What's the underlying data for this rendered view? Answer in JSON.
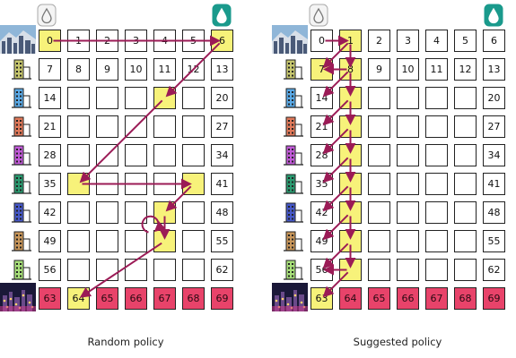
{
  "panels": [
    {
      "id": "random",
      "caption": "Random policy",
      "labels": {
        "0": "0",
        "1": "1",
        "2": "2",
        "3": "3",
        "4": "4",
        "5": "5",
        "6": "6",
        "7": "7",
        "8": "8",
        "9": "9",
        "10": "10",
        "11": "11",
        "12": "12",
        "13": "13",
        "14": "14",
        "20": "20",
        "21": "21",
        "27": "27",
        "28": "28",
        "34": "34",
        "35": "35",
        "41": "41",
        "42": "42",
        "48": "48",
        "49": "49",
        "55": "55",
        "56": "56",
        "62": "62",
        "63": "63",
        "64": "64",
        "65": "65",
        "66": "66",
        "67": "67",
        "68": "68",
        "69": "69"
      },
      "yellow_cells": [
        0,
        6,
        18,
        36,
        40,
        46,
        53,
        64
      ],
      "red_cells": [
        63,
        65,
        66,
        67,
        68,
        69
      ]
    },
    {
      "id": "suggested",
      "caption": "Suggested policy",
      "labels": {
        "0": "0",
        "1": "1",
        "2": "2",
        "3": "3",
        "4": "4",
        "5": "5",
        "6": "6",
        "7": "7",
        "8": "8",
        "9": "9",
        "10": "10",
        "11": "11",
        "12": "12",
        "13": "13",
        "14": "14",
        "20": "20",
        "21": "21",
        "27": "27",
        "28": "28",
        "34": "34",
        "35": "35",
        "41": "41",
        "42": "42",
        "48": "48",
        "49": "49",
        "55": "55",
        "56": "56",
        "62": "62",
        "63": "63",
        "64": "64",
        "65": "65",
        "66": "66",
        "67": "67",
        "68": "68",
        "69": "69"
      },
      "yellow_cells": [
        1,
        7,
        8,
        15,
        22,
        29,
        36,
        43,
        50,
        57,
        63
      ],
      "red_cells": [
        64,
        65,
        66,
        67,
        68,
        69
      ]
    }
  ],
  "colors": {
    "arrow": "#9b1b56",
    "yellow": "#f7f27a",
    "red": "#e8436a",
    "teal": "#1a9a8c",
    "row_icons": [
      "#c7c76e",
      "#5aa9e6",
      "#e0795a",
      "#c15ad8",
      "#2a9a70",
      "#4658c8",
      "#c8965a",
      "#a8e07a"
    ]
  },
  "icons": {
    "empty_drop": "water-drop-outline-icon",
    "full_drop": "water-drop-filled-icon",
    "top_image": "city-skyline-image",
    "bottom_image": "city-night-image",
    "row_icon": "building-icon"
  }
}
